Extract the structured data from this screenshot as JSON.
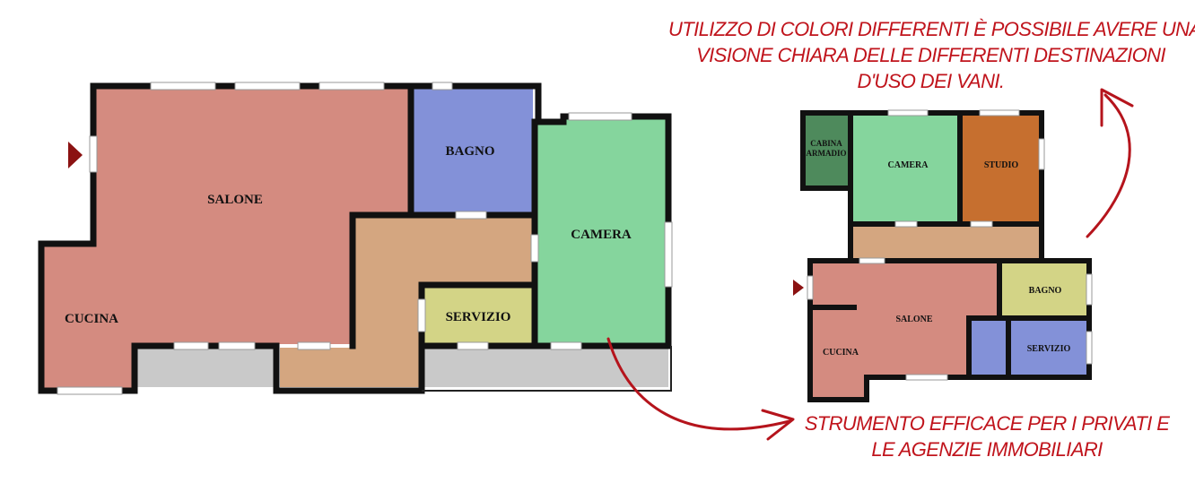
{
  "plan_large": {
    "rooms": {
      "salone": "SALONE",
      "cucina": "CUCINA",
      "bagno": "BAGNO",
      "camera": "CAMERA",
      "servizio": "SERVIZIO"
    }
  },
  "plan_small": {
    "rooms": {
      "cabina_line1": "CABINA",
      "cabina_line2": "ARMADIO",
      "camera": "CAMERA",
      "studio": "STUDIO",
      "salone": "SALONE",
      "bagno": "BAGNO",
      "cucina": "CUCINA",
      "servizio": "SERVIZIO"
    }
  },
  "captions": {
    "top": [
      "UTILIZZO DI COLORI DIFFERENTI È POSSIBILE AVERE UNA",
      "VISIONE CHIARA DELLE DIFFERENTI DESTINAZIONI",
      "D'USO DEI VANI."
    ],
    "bottom": [
      "STRUMENTO EFFICACE PER I PRIVATI E",
      "LE AGENZIE IMMOBILIARI"
    ]
  },
  "colors": {
    "salone": "#d48b80",
    "bagno_large": "#8391d8",
    "camera": "#85d59d",
    "corridor": "#d4a680",
    "servizio_large": "#d3d486",
    "balcony": "#c9c9c9",
    "cabina": "#4e8a5c",
    "studio": "#c66f2f",
    "bagno_small": "#d3d486",
    "servizio_small": "#8391d8",
    "wall": "#111111",
    "accent": "#c0141c",
    "entry_arrow": "#8b1212"
  }
}
